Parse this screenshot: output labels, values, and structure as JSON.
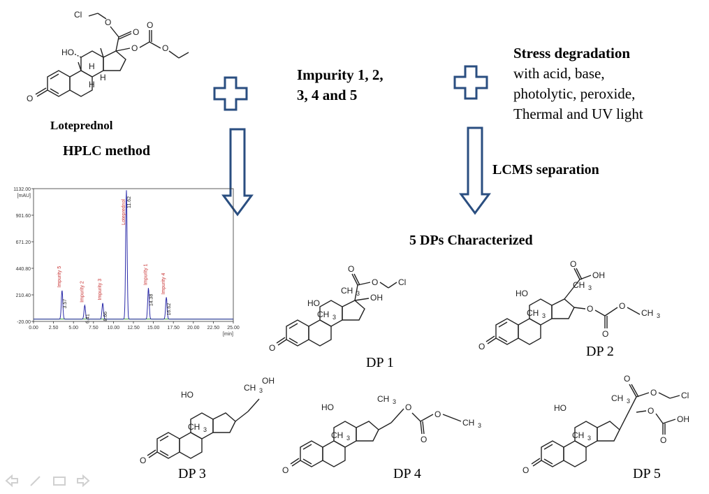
{
  "labels": {
    "loteprednol": "Loteprednol",
    "hplc": "HPLC method",
    "impurity_line1": "Impurity 1, 2,",
    "impurity_line2": "3, 4 and 5",
    "stress_title": "Stress degradation",
    "stress_l1": "with acid, base,",
    "stress_l2": "photolytic, peroxide,",
    "stress_l3": "Thermal and UV light",
    "lcms": "LCMS separation",
    "dps": "5 DPs Characterized",
    "dp1": "DP 1",
    "dp2": "DP 2",
    "dp3": "DP 3",
    "dp4": "DP 4",
    "dp5": "DP 5"
  },
  "atoms": {
    "cl": "Cl",
    "ho": "HO",
    "oh": "OH",
    "o": "O",
    "h": "H",
    "ch3": "CH",
    "ch3_sub": "3"
  },
  "colors": {
    "arrow_stroke": "#2a4e80",
    "chromatogram_line": "#2a2aa8",
    "peak_label": "#c83232",
    "baseline": "#1a8a1a"
  },
  "chart_data": {
    "type": "line",
    "title": "",
    "xlabel": "[min]",
    "ylabel": "[mAU]",
    "xlim": [
      0,
      25
    ],
    "ylim": [
      -20,
      1132
    ],
    "x_ticks": [
      "0.00",
      "2.50",
      "5.00",
      "7.50",
      "10.00",
      "12.50",
      "15.00",
      "17.50",
      "20.00",
      "22.50",
      "25.00"
    ],
    "y_ticks": [
      "1132.00",
      "901.60",
      "671.20",
      "440.80",
      "210.40",
      "-20.00"
    ],
    "peaks": [
      {
        "name": "Impurity 5",
        "rt": "3.57",
        "x": 3.57,
        "y": 250
      },
      {
        "name": "Impurity 2",
        "rt": "6.41",
        "x": 6.41,
        "y": 120
      },
      {
        "name": "Impurity 3",
        "rt": "8.66",
        "x": 8.66,
        "y": 140
      },
      {
        "name": "Loteprednol",
        "rt": "11.62",
        "x": 11.62,
        "y": 1120
      },
      {
        "name": "Impurity 1",
        "rt": "14.38",
        "x": 14.38,
        "y": 270
      },
      {
        "name": "Impurity 4",
        "rt": "16.62",
        "x": 16.62,
        "y": 190
      }
    ]
  }
}
